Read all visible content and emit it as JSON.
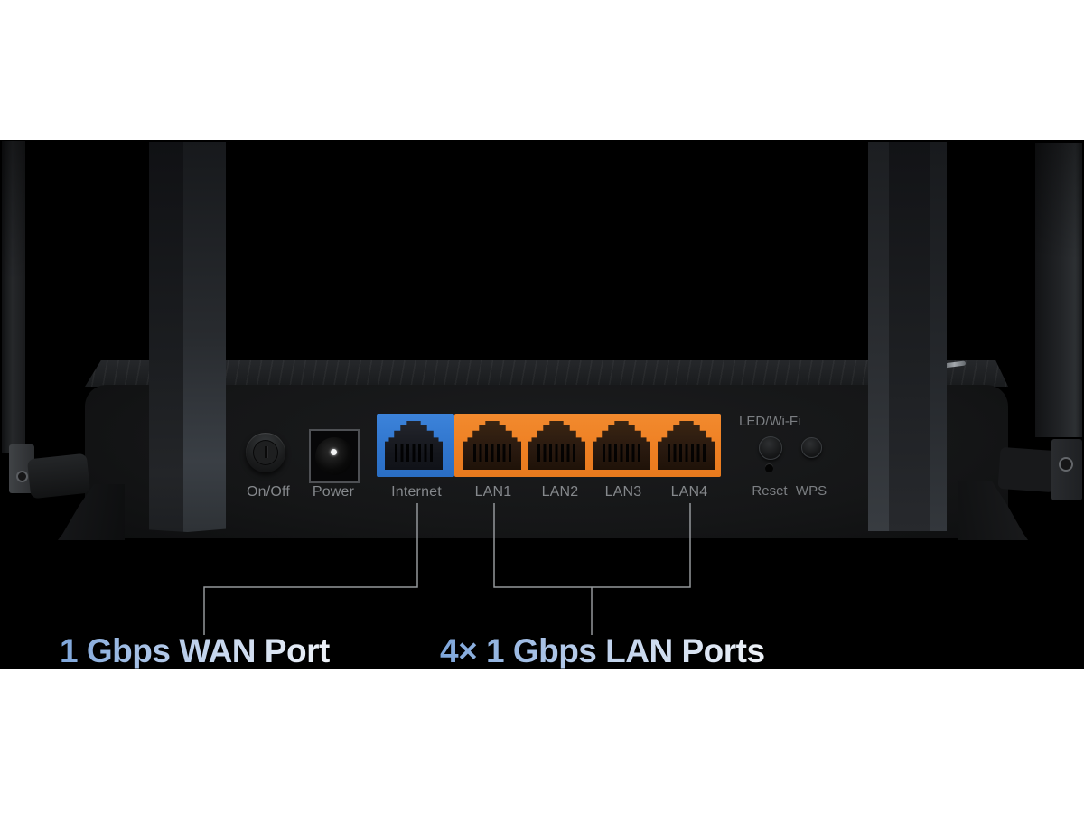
{
  "headlines": {
    "wan": "1 Gbps WAN Port",
    "lan": "4× 1 Gbps LAN Ports"
  },
  "panel": {
    "power_switch_label": "On/Off",
    "power_jack_label": "Power",
    "led_wifi_label": "LED/Wi-Fi",
    "reset_label": "Reset",
    "wps_label": "WPS",
    "ports": [
      {
        "label": "Internet",
        "type": "wan"
      },
      {
        "label": "LAN1",
        "type": "lan"
      },
      {
        "label": "LAN2",
        "type": "lan"
      },
      {
        "label": "LAN3",
        "type": "lan"
      },
      {
        "label": "LAN4",
        "type": "lan"
      }
    ]
  },
  "colors": {
    "wan_port_blue": "#3279d2",
    "lan_port_orange": "#ef8227",
    "headline_gradient_start": "#7ea6db",
    "headline_gradient_end": "#eef2f8",
    "callout_line": "#94979b",
    "panel_label_gray": "#85888c",
    "background": "#000000",
    "page_margin": "#ffffff"
  }
}
